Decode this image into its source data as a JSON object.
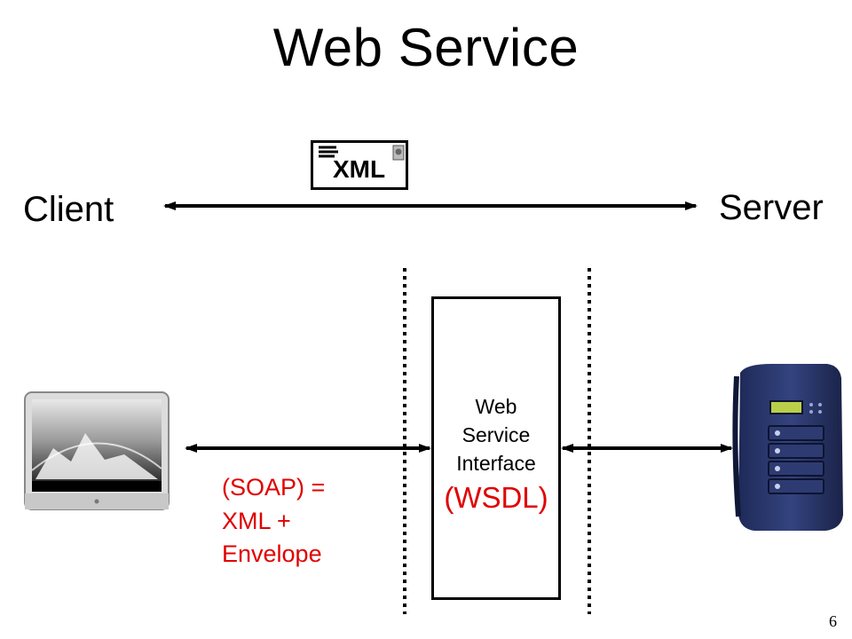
{
  "title": "Web Service",
  "client_label": "Client",
  "server_label": "Server",
  "message_label": "XML",
  "interface": {
    "lines": [
      "Web",
      "Service",
      "Interface"
    ],
    "wsdl": "(WSDL)"
  },
  "soap_text": [
    "(SOAP) =",
    "XML +",
    "Envelope"
  ],
  "page_number": "6",
  "icons": {
    "client": "monitor-icon",
    "server": "server-tower-icon",
    "message": "envelope-icon"
  },
  "colors": {
    "accent_red": "#e00000",
    "server_body": "#2a3770"
  }
}
